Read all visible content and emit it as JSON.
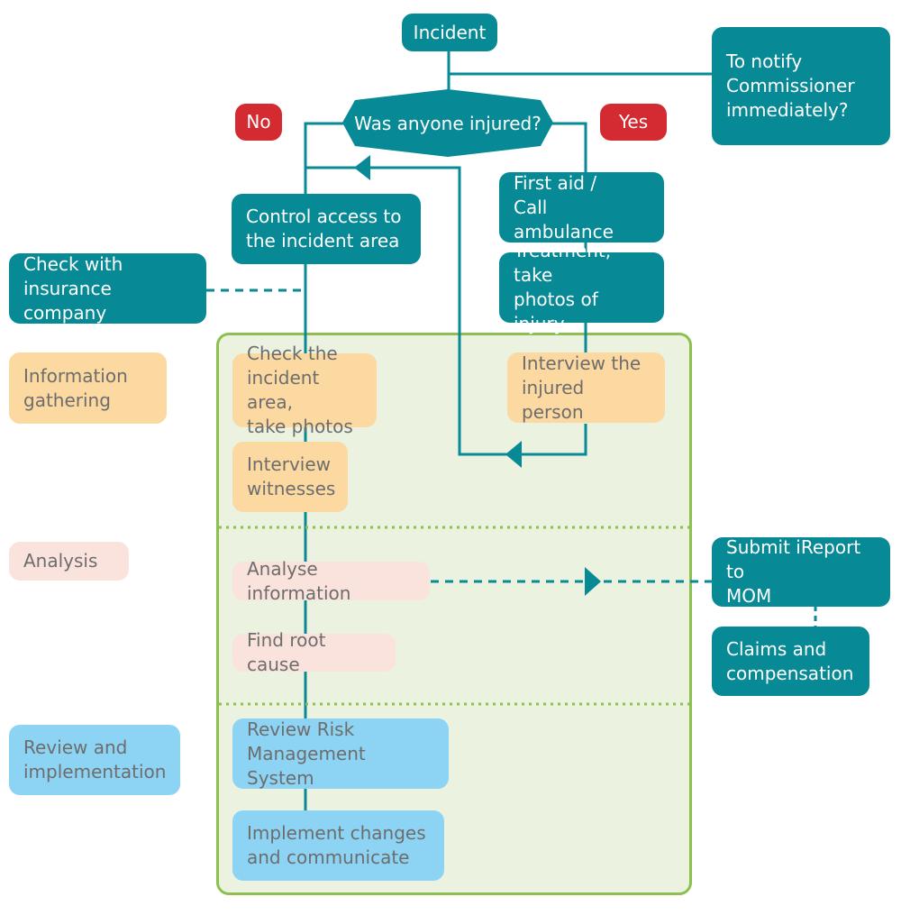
{
  "start": "Incident",
  "decision": "Was anyone injured?",
  "no_label": "No",
  "yes_label": "Yes",
  "notify": "To notify\nCommissioner\nimmediately?",
  "no_branch": {
    "control_access": "Control access to\nthe incident area"
  },
  "yes_branch": {
    "first_aid": "First aid /\nCall ambulance",
    "treatment": "Treatment, take\nphotos of injury",
    "interview_injured": "Interview the\ninjured person"
  },
  "insurance": "Check with\ninsurance company",
  "phases": {
    "info": "Information\ngathering",
    "analysis": "Analysis",
    "review": "Review and\nimplementation"
  },
  "steps": {
    "check_area": "Check the\nincident area,\ntake photos",
    "interview_witnesses": "Interview\nwitnesses",
    "analyse": "Analyse information",
    "root_cause": "Find root cause",
    "review_rms": "Review Risk\nManagement System",
    "implement": "Implement changes\nand communicate"
  },
  "side": {
    "ireport": "Submit iReport to\nMOM",
    "claims": "Claims and\ncompensation"
  },
  "colors": {
    "teal": "#078a95",
    "red": "#d42a32",
    "orange": "#fbd9a1",
    "pink": "#fbe3dd",
    "blue": "#8dd3f3",
    "panel": "#ebf2df",
    "panel_border": "#8cc152"
  }
}
